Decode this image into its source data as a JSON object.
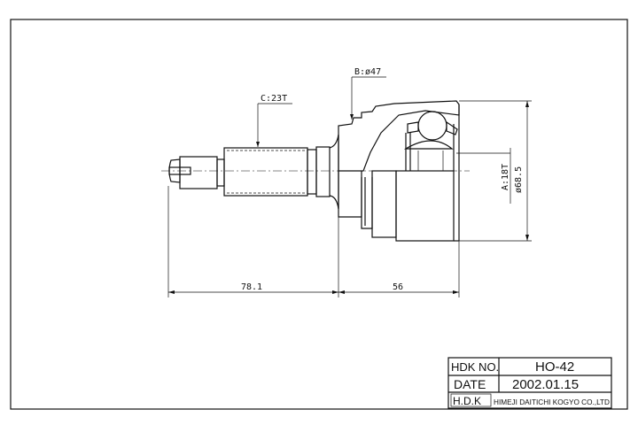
{
  "drawing": {
    "spline_label": "C:23T",
    "diameter_b_label": "B:ø47",
    "spline_a_label": "A:18T",
    "outer_diameter_label": "ø68.5",
    "length_shaft_label": "78.1",
    "length_housing_label": "56"
  },
  "title_block": {
    "part_no_label": "HDK NO.",
    "part_no_value": "HO-42",
    "date_label": "DATE",
    "date_value": "2002.01.15",
    "logo_text": "H.D.K",
    "company_name": "HIMEJI DAITICHI KOGYO CO.,LTD"
  }
}
